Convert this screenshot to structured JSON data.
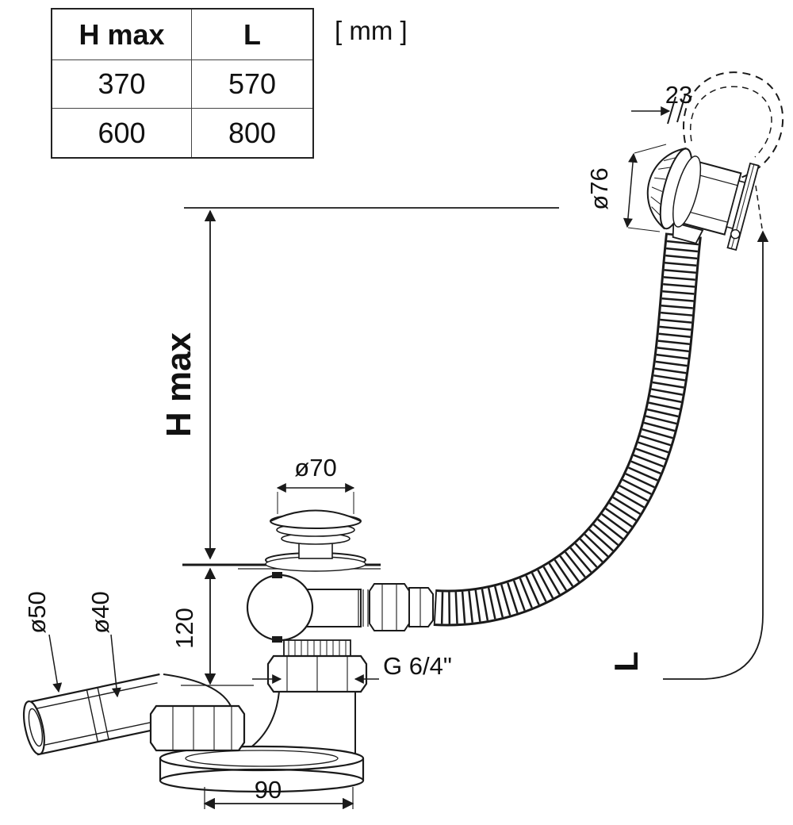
{
  "units_label": "[ mm ]",
  "table": {
    "headers": [
      "H max",
      "L"
    ],
    "rows": [
      [
        "370",
        "570"
      ],
      [
        "600",
        "800"
      ]
    ]
  },
  "dimensions": {
    "hmax_label": "H max",
    "l_label": "L",
    "d23": "23",
    "d76": "ø76",
    "d70": "ø70",
    "d120": "120",
    "d50": "ø50",
    "d40": "ø40",
    "thread": "G 6/4\"",
    "d90": "90"
  }
}
